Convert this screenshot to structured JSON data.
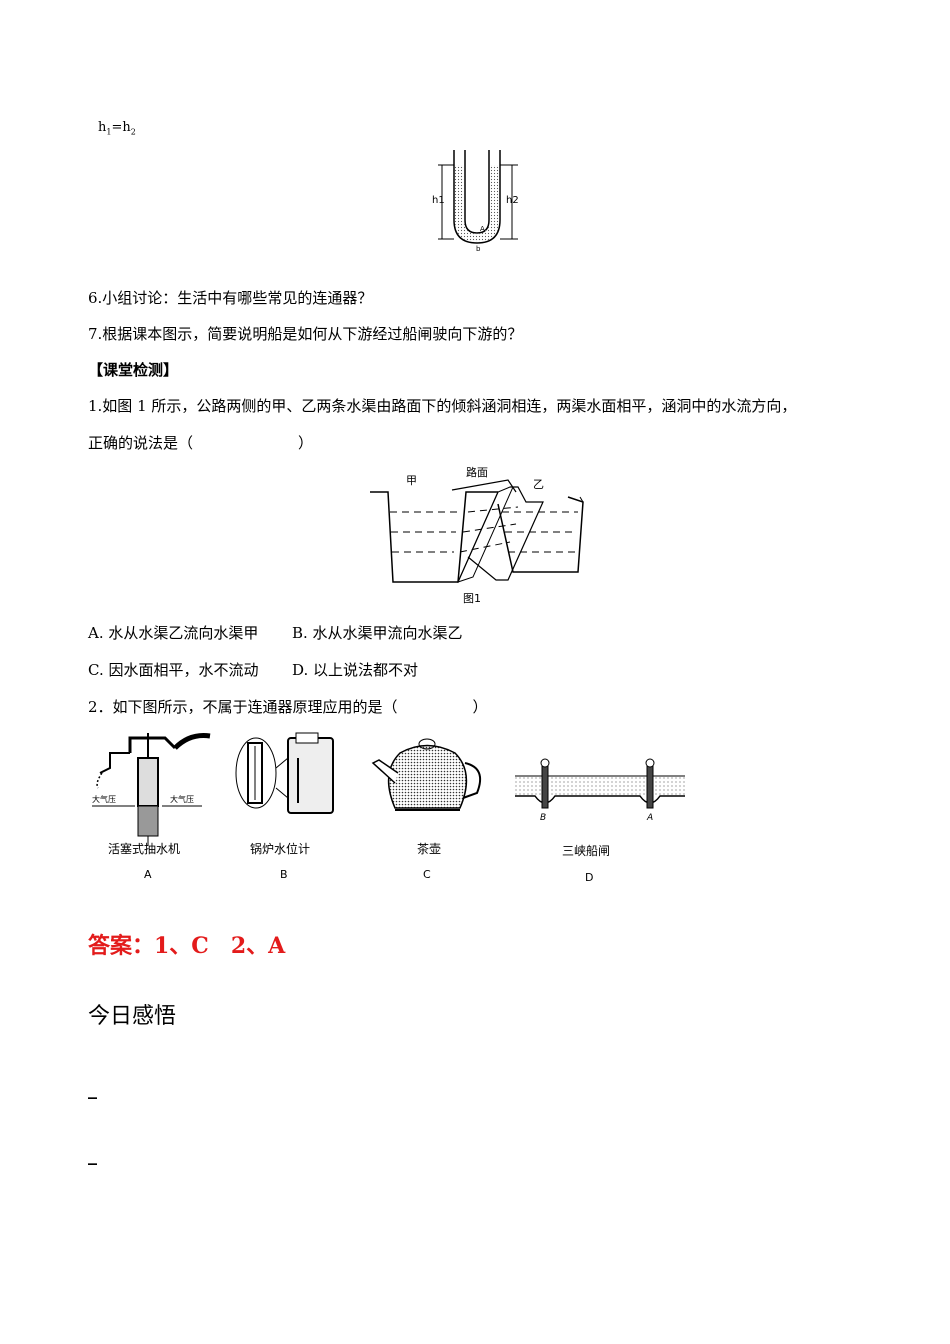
{
  "top_formula": {
    "h1": "h",
    "sub1": "1",
    "eq": "=h",
    "sub2": "2"
  },
  "utube_labels": {
    "left": "h1",
    "right": "h2",
    "a": "A",
    "b": "b"
  },
  "q6": "6.小组讨论：生活中有哪些常见的连通器？",
  "q7": "7.根据课本图示，简要说明船是如何从下游经过船闸驶向下游的？",
  "section_title": "【课堂检测】",
  "p1_line1": "1.如图 1 所示，公路两侧的甲、乙两条水渠由路面下的倾斜涵洞相连，两渠水面相平，涵洞中的水流方向，",
  "p1_line2": "正确的说法是（　　　　　　　）",
  "fig1": {
    "left": "甲",
    "road": "路面",
    "right": "乙",
    "caption": "图1"
  },
  "p1_options": {
    "a": "A. 水从水渠乙流向水渠甲",
    "b": "B. 水从水渠甲流向水渠乙",
    "c": "C. 因水面相平，水不流动",
    "d": "D. 以上说法都不对"
  },
  "p2_text": "2．如下图所示，不属于连通器原理应用的是（　　　　　）",
  "fig2": {
    "items": [
      {
        "caption": "活塞式抽水机",
        "letter": "A",
        "note1": "大气压",
        "note2": "大气压"
      },
      {
        "caption": "锅炉水位计",
        "letter": "B"
      },
      {
        "caption": "茶壶",
        "letter": "C"
      },
      {
        "caption": "三峡船闸",
        "letter": "D",
        "gate_b": "B",
        "gate_a": "A"
      }
    ]
  },
  "answer": "答案：1、C　2、A",
  "reflection_title": "今日感悟",
  "blank1": "_",
  "blank2": "_"
}
